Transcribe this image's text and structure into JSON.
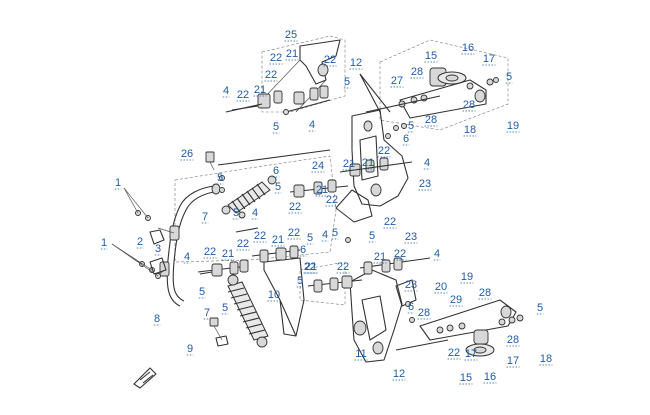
{
  "diagram": {
    "type": "exploded-parts-diagram",
    "line_color": "#333333",
    "callout_color": "#1f5da8",
    "callouts": [
      "1",
      "1",
      "2",
      "3",
      "4",
      "4",
      "4",
      "4",
      "4",
      "4",
      "4",
      "5",
      "5",
      "5",
      "5",
      "5",
      "5",
      "5",
      "5",
      "5",
      "5",
      "5",
      "5",
      "5",
      "5",
      "6",
      "6",
      "6",
      "6",
      "7",
      "7",
      "8",
      "9",
      "10",
      "11",
      "12",
      "12",
      "15",
      "15",
      "16",
      "16",
      "17",
      "17",
      "17",
      "18",
      "18",
      "19",
      "19",
      "20",
      "21",
      "21",
      "21",
      "21",
      "21",
      "21",
      "21",
      "21",
      "21",
      "22",
      "22",
      "22",
      "22",
      "22",
      "22",
      "22",
      "22",
      "22",
      "22",
      "22",
      "22",
      "22",
      "22",
      "22",
      "22",
      "23",
      "23",
      "23",
      "24",
      "25",
      "26",
      "27",
      "28",
      "28",
      "28",
      "28",
      "28",
      "28",
      "29",
      "29"
    ]
  }
}
